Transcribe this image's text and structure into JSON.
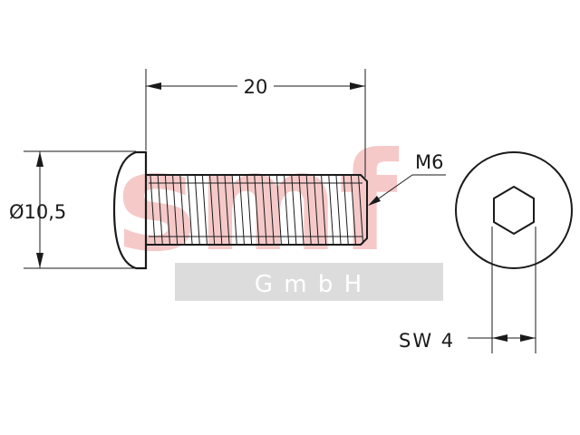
{
  "watermark": {
    "logo_text": "smf",
    "sub_text": "G m b H",
    "logo_color": "#f6c9c9",
    "band_color": "#dcdcdc"
  },
  "dimensions": {
    "length": "20",
    "diameter": "Ø10,5",
    "thread": "M6",
    "hex_key": "SW 4"
  },
  "colors": {
    "line": "#1a1a1a",
    "background": "#ffffff"
  }
}
